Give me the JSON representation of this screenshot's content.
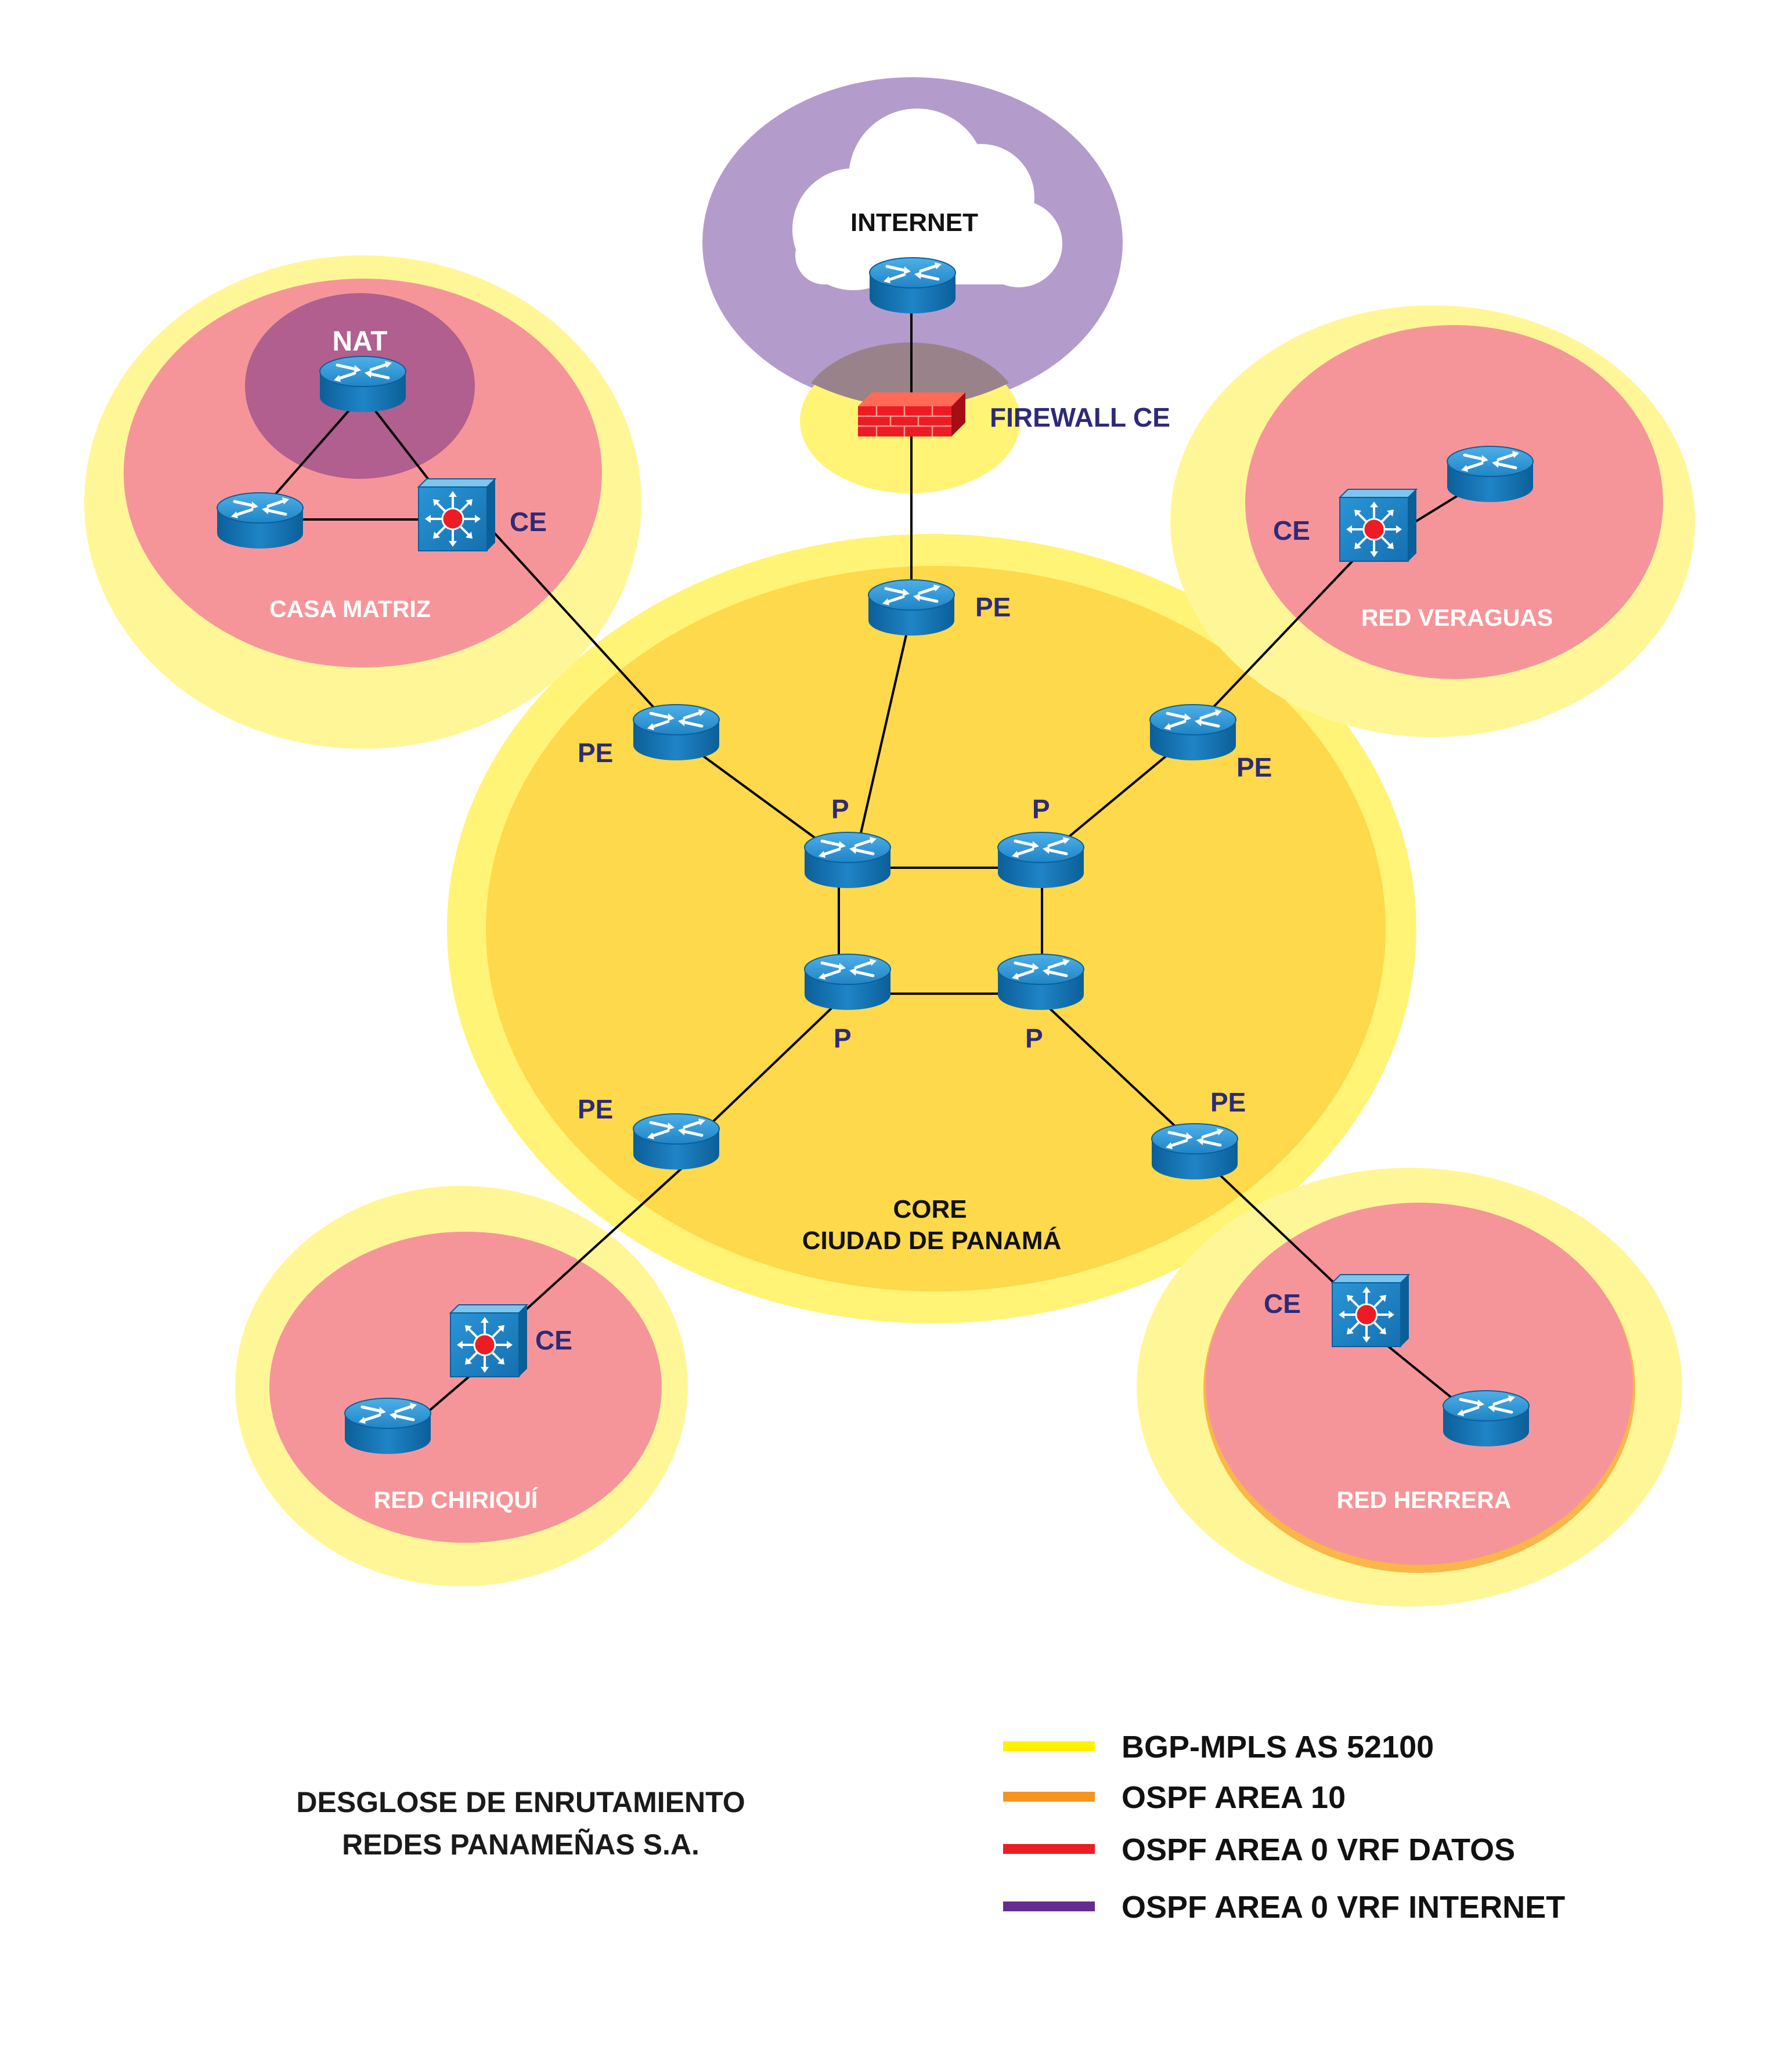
{
  "zones": {
    "internet": "INTERNET",
    "nat": "NAT",
    "casa_matriz": "CASA MATRIZ",
    "veraguas": "RED VERAGUAS",
    "chiriqui": "RED CHIRIQUÍ",
    "herrera": "RED HERRERA",
    "core_line1": "CORE",
    "core_line2": "CIUDAD DE PANAMÁ"
  },
  "devices": {
    "firewall": "FIREWALL CE",
    "ce": "CE",
    "pe": "PE",
    "p": "P"
  },
  "title": {
    "line1": "DESGLOSE DE ENRUTAMIENTO",
    "line2": "REDES PANAMEÑAS S.A."
  },
  "legend": [
    {
      "label": "BGP-MPLS AS 52100",
      "color": "#fff200"
    },
    {
      "label": "OSPF AREA 10",
      "color": "#f7941d"
    },
    {
      "label": "OSPF AREA 0 VRF DATOS",
      "color": "#ed1c24"
    },
    {
      "label": "OSPF AREA 0 VRF INTERNET",
      "color": "#662d91"
    }
  ],
  "colors": {
    "bgp": "#fff200",
    "ospf10": "#f7941d",
    "vrf_datos": "#ed1c24",
    "vrf_internet": "#662d91",
    "router": "#1f84c6"
  }
}
